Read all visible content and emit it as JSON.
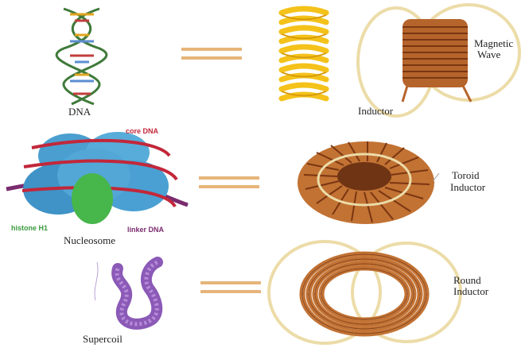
{
  "rows": [
    {
      "left_label": "DNA",
      "right_labels": [
        "Inductor",
        "Magnetic",
        "Wave"
      ],
      "right_caption": "Inductor"
    },
    {
      "left_label": "Nucleosome",
      "left_annotations": {
        "core": "core DNA",
        "histone": "histone H1",
        "linker": "linker DNA"
      },
      "right_labels": [
        "Toroid",
        "Inductor"
      ]
    },
    {
      "left_label": "Supercoil",
      "right_labels": [
        "Round",
        "Inductor"
      ]
    }
  ],
  "colors": {
    "equals": "#e6b57a",
    "copper": "#b5642b",
    "spring": "#f4c21a",
    "ring": "#ecdca8",
    "histone": "#4a9fd0",
    "histone_h1": "#47b64b",
    "dna_red": "#c2273a",
    "supercoil": "#8b5ab7"
  }
}
